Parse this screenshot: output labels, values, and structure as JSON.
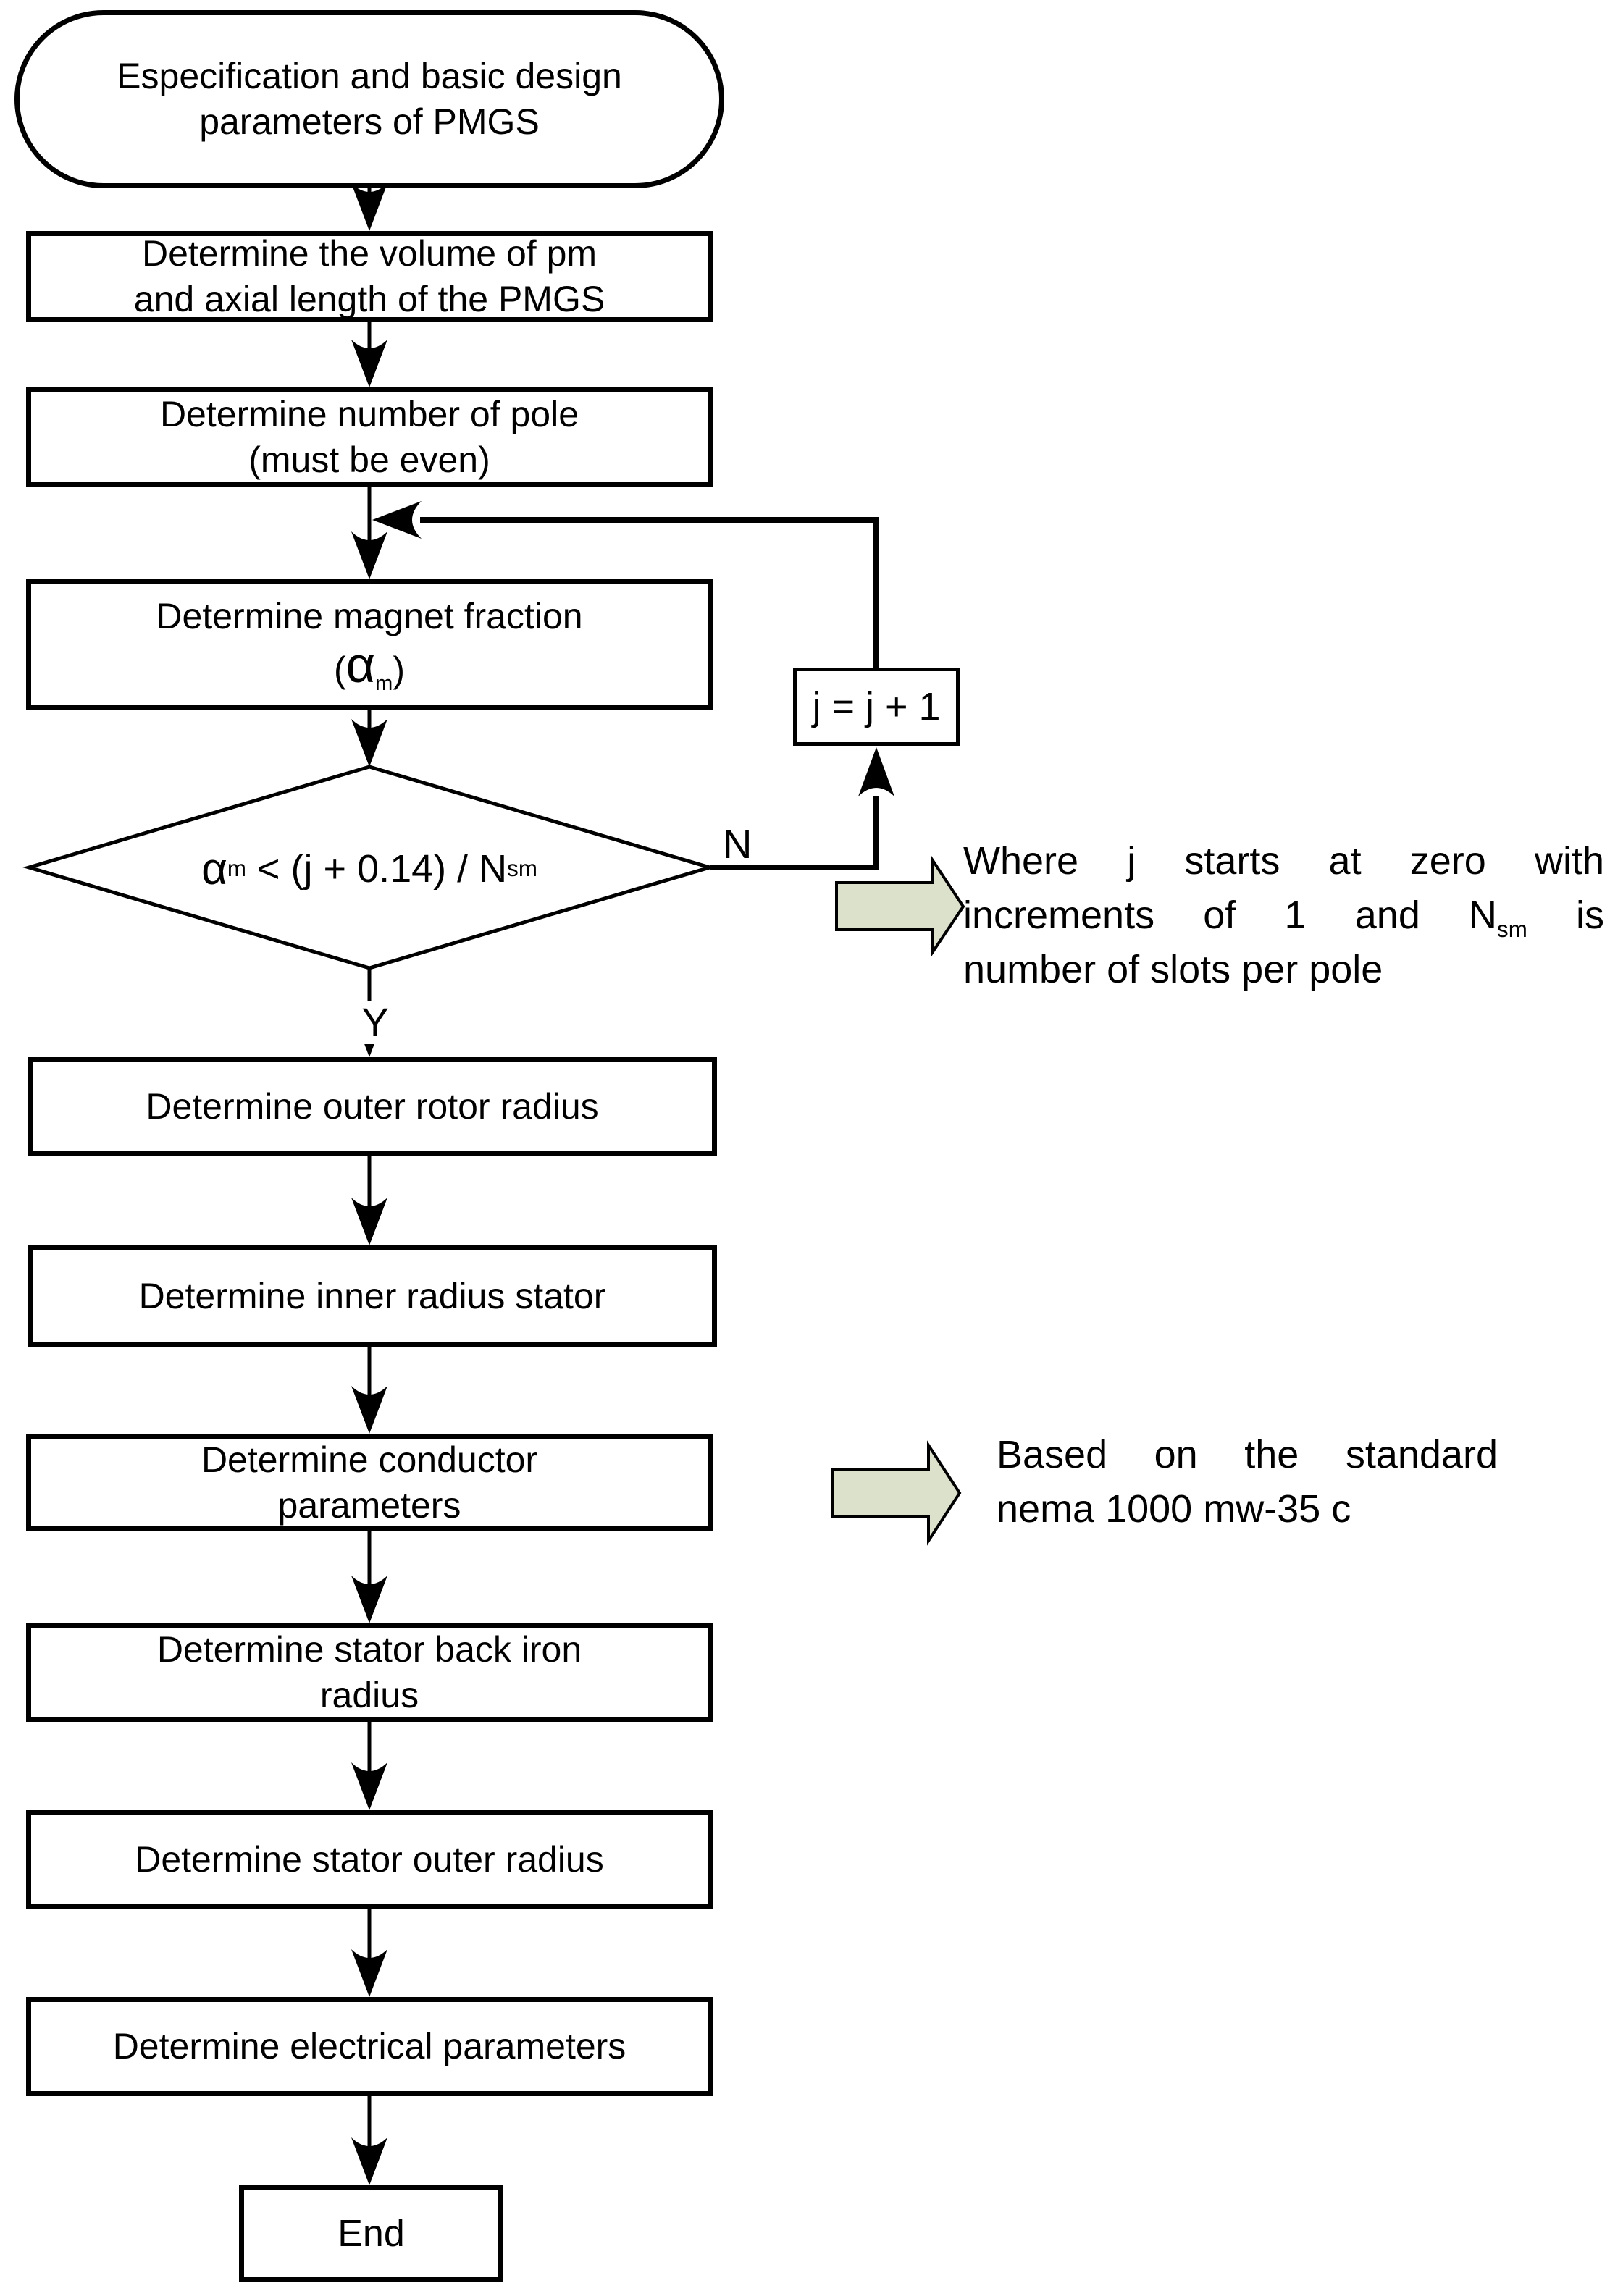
{
  "colors": {
    "callout_fill": "#dce1cb",
    "stroke": "#000000",
    "background": "#ffffff"
  },
  "start": {
    "line1": "Especification and basic design",
    "line2": "parameters of PMGS"
  },
  "boxes": {
    "volume": {
      "line1": "Determine the volume of pm",
      "line2": "and axial length of the PMGS"
    },
    "poles": {
      "line1": "Determine number of pole",
      "line2": "(must be even)"
    },
    "magnet": {
      "line1": "Determine magnet fraction",
      "paren_open": "(",
      "alpha": "α",
      "alpha_sub": "m",
      "paren_close": ")"
    },
    "outer_rotor": {
      "line1": "Determine outer rotor radius"
    },
    "inner_stator": {
      "line1": "Determine inner radius stator"
    },
    "conductor": {
      "line1": "Determine conductor",
      "line2": "parameters"
    },
    "back_iron": {
      "line1": "Determine stator back iron",
      "line2": "radius"
    },
    "stator_outer": {
      "line1": "Determine stator outer radius"
    },
    "electrical": {
      "line1": "Determine electrical parameters"
    },
    "increment": {
      "text": "j = j + 1"
    },
    "end": {
      "text": "End"
    }
  },
  "decision": {
    "alpha": "α",
    "alpha_sub": "m",
    "middle": " < (j + 0.14) / ",
    "n": "N",
    "n_sub": "sm"
  },
  "branch": {
    "no": "N",
    "yes": "Y"
  },
  "annotation1": {
    "line1": "Where j starts at zero with",
    "line2_pre": "increments of 1 and ",
    "line2_n": "N",
    "line2_sub": "sm",
    "line2_post": " is",
    "line3": "number of slots per pole"
  },
  "annotation2": {
    "line1": "Based on the standard",
    "line2": "nema 1000 mw-35 c"
  }
}
